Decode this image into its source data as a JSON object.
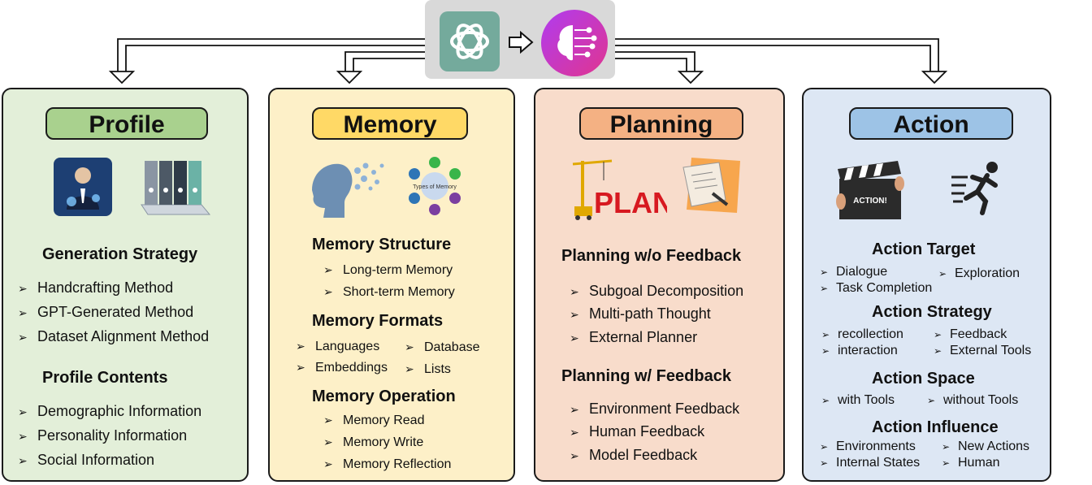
{
  "profile": {
    "title": "Profile",
    "sections": [
      {
        "heading": "Generation Strategy",
        "items": [
          "Handcrafting Method",
          "GPT-Generated Method",
          "Dataset  Alignment Method"
        ]
      },
      {
        "heading": "Profile Contents",
        "items": [
          "Demographic  Information",
          "Personality Information",
          "Social Information"
        ]
      }
    ]
  },
  "memory": {
    "title": "Memory",
    "image_label": "Types of Memory",
    "structure": {
      "heading": "Memory Structure",
      "items": [
        "Long-term  Memory",
        "Short-term Memory"
      ]
    },
    "formats": {
      "heading": "Memory Formats",
      "items": [
        "Languages",
        "Database",
        "Embeddings",
        "Lists"
      ]
    },
    "operation": {
      "heading": "Memory Operation",
      "items": [
        "Memory Read",
        "Memory Write",
        "Memory Reflection"
      ]
    }
  },
  "planning": {
    "title": "Planning",
    "image_label": "PLAN",
    "sections": [
      {
        "heading": "Planning w/o Feedback",
        "items": [
          "Subgoal Decomposition",
          "Multi-path Thought",
          "External Planner"
        ]
      },
      {
        "heading": "Planning w/ Feedback",
        "items": [
          "Environment Feedback",
          "Human Feedback",
          "Model Feedback"
        ]
      }
    ]
  },
  "action": {
    "title": "Action",
    "clapper_label": "ACTION!",
    "target": {
      "heading": "Action Target",
      "items": [
        "Dialogue",
        "Exploration",
        "Task Completion"
      ]
    },
    "strategy": {
      "heading": "Action Strategy",
      "items": [
        "recollection",
        "Feedback",
        "interaction",
        "External Tools"
      ]
    },
    "space": {
      "heading": "Action Space",
      "items": [
        "with Tools",
        "without Tools"
      ]
    },
    "influence": {
      "heading": "Action Influence",
      "items": [
        "Environments",
        "New Actions",
        "Internal States",
        "Human"
      ]
    }
  },
  "colors": {
    "profile": "#e3efd9",
    "memory": "#fdf0c8",
    "planning": "#f8dccb",
    "action": "#dde7f4",
    "logo_bg": "#d9d9d9",
    "openai_green": "#74aa9c"
  },
  "icons": [
    "openai-logo-icon",
    "right-arrow-icon",
    "ai-brain-icon",
    "businessman-icon",
    "file-folders-icon",
    "brain-dots-icon",
    "memory-types-icon",
    "crane-plan-icon",
    "plan-paper-icon",
    "clapperboard-icon",
    "running-man-icon"
  ]
}
